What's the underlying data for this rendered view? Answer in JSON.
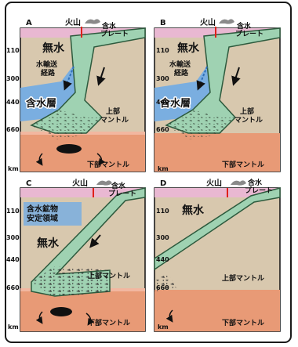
{
  "panels": [
    {
      "id": "A",
      "volcano": "火山",
      "hydrous_plate": "含水\nプレート",
      "anhydrous": "無水",
      "water_transport": "水輸送\n経路",
      "hydrous_layer": "含水層",
      "upper_mantle": "上部\nマントル",
      "lower_mantle": "下部マントル",
      "depths": [
        "110",
        "300",
        "440",
        "660",
        "km"
      ]
    },
    {
      "id": "B",
      "volcano": "火山",
      "hydrous_plate": "含水\nプレート",
      "anhydrous": "無水",
      "water_transport": "水輸送\n経路",
      "hydrous_layer": "含水層",
      "upper_mantle": "上部\nマントル",
      "lower_mantle": "下部マントル",
      "depths": [
        "110",
        "300",
        "440",
        "660",
        "km"
      ]
    },
    {
      "id": "C",
      "volcano": "火山",
      "hydrous_plate": "含水\nプレート",
      "anhydrous": "無水",
      "stability_region": "含水鉱物\n安定領域",
      "upper_mantle": "上部マントル",
      "lower_mantle": "下部マントル",
      "depths": [
        "110",
        "300",
        "440",
        "660",
        "km"
      ]
    },
    {
      "id": "D",
      "volcano": "火山",
      "hydrous_plate": "含水\nプレート",
      "anhydrous": "無水",
      "upper_mantle": "上部マントル",
      "lower_mantle": "下部マントル",
      "depths": [
        "110",
        "300",
        "440",
        "660",
        "km"
      ]
    }
  ],
  "colors": {
    "ocean": "#e9b8d2",
    "upper_mantle": "#d8c8ae",
    "lower_mantle": "#e89a76",
    "slab": "#9fd2b2",
    "slab_edge": "#2d5a3d",
    "hydrous_layer": "#7aaee0",
    "transition": "#f2b7a0",
    "volcano_red": "#e0201a"
  }
}
